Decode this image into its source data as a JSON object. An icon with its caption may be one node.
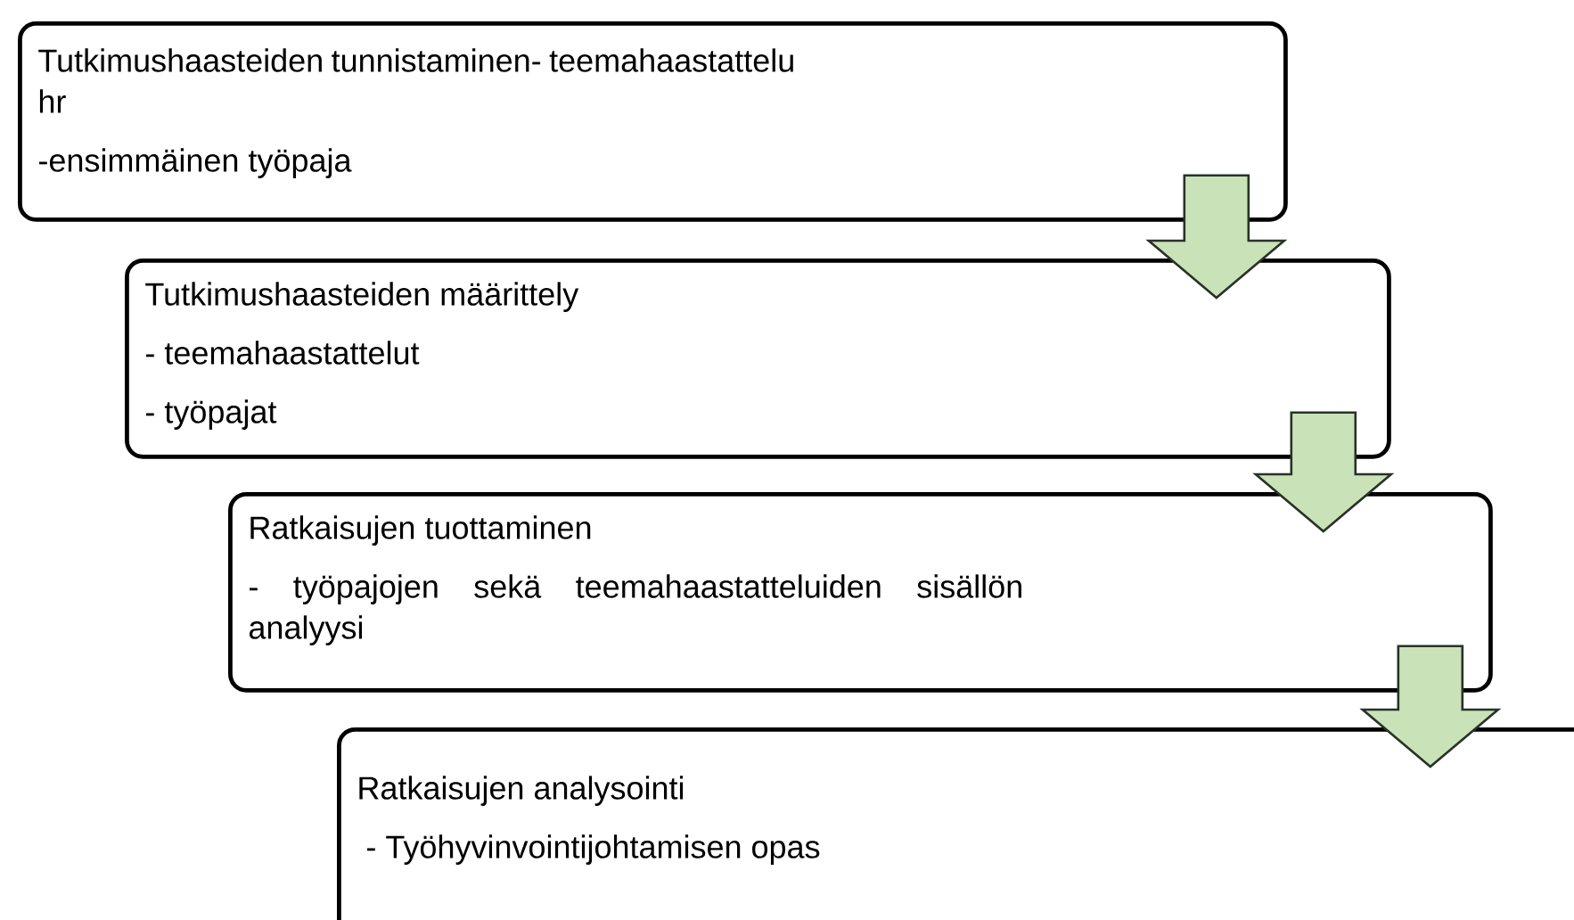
{
  "diagram": {
    "nodes": [
      {
        "text": [
          "Tutkimushaasteiden tunnistaminen- teemahaastattelu hr",
          "-ensimmäinen työpaja"
        ]
      },
      {
        "text": [
          "Tutkimushaasteiden määrittely",
          "- teemahaastattelut",
          "- työpajat"
        ]
      },
      {
        "text": [
          "Ratkaisujen tuottaminen",
          "-  työpajojen sekä teemahaastatteluiden sisällön analyysi"
        ]
      },
      {
        "text": [
          "Ratkaisujen analysointi",
          " - Työhyvinvointijohtamisen opas"
        ]
      }
    ],
    "edges": [
      {
        "from": 0,
        "to": 1,
        "arrow": "to"
      },
      {
        "from": 1,
        "to": 2,
        "arrow": "to"
      },
      {
        "from": 2,
        "to": 3,
        "arrow": "to"
      }
    ]
  }
}
